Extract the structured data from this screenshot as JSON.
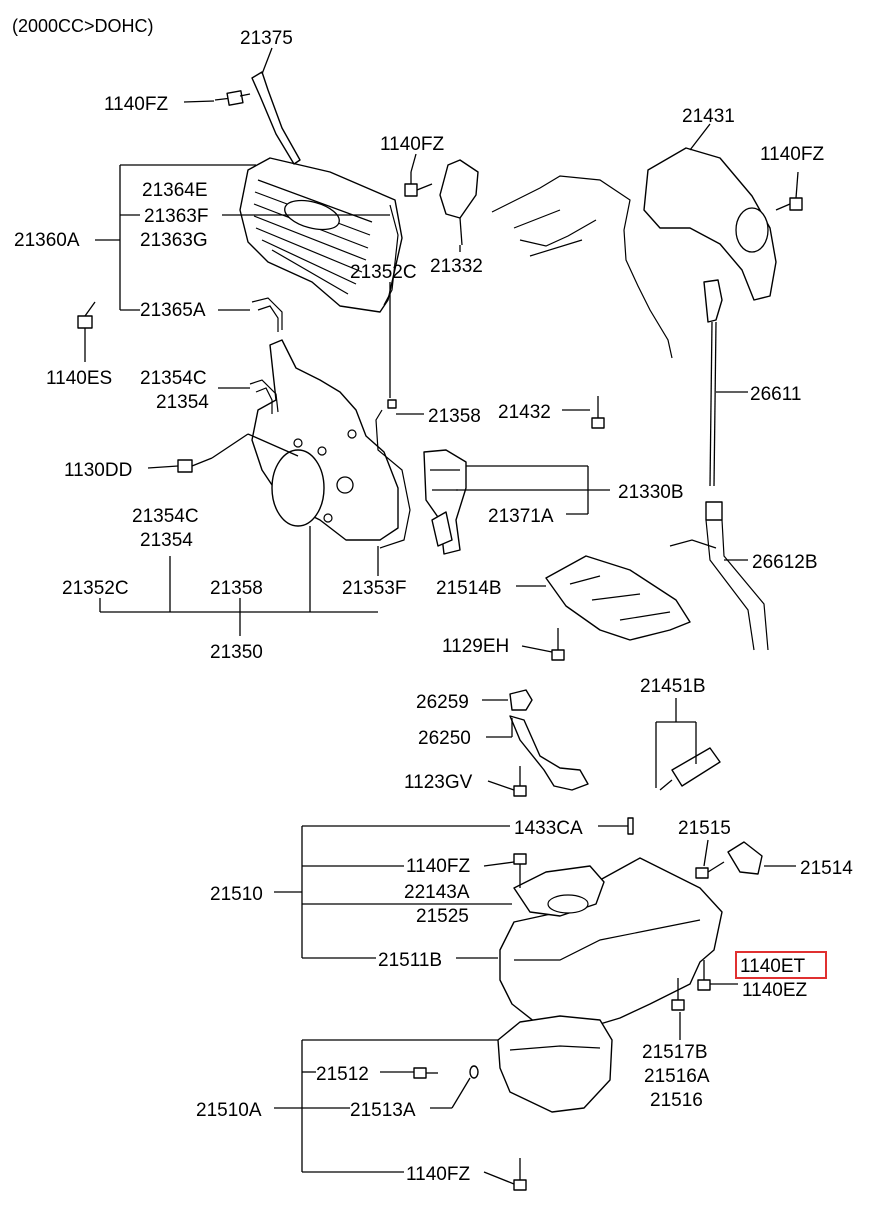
{
  "header": "(2000CC>DOHC)",
  "highlight_color": "#e03030",
  "labels": {
    "l21375": "21375",
    "l1140fz_a": "1140FZ",
    "l1140fz_b": "1140FZ",
    "l21431": "21431",
    "l1140fz_c": "1140FZ",
    "l21364e": "21364E",
    "l21363f": "21363F",
    "l21363g": "21363G",
    "l21360a": "21360A",
    "l21332": "21332",
    "l21365a": "21365A",
    "l1140es": "1140ES",
    "l21354c_a": "21354C",
    "l21354_a": "21354",
    "l21352c_a": "21352C",
    "l21358_a": "21358",
    "l21432": "21432",
    "l26611": "26611",
    "l1130dd": "1130DD",
    "l21330b": "21330B",
    "l21371a": "21371A",
    "l21354c_b": "21354C",
    "l21354_b": "21354",
    "l26612b": "26612B",
    "l21352c_b": "21352C",
    "l21358_b": "21358",
    "l21353f": "21353F",
    "l21514b": "21514B",
    "l21350": "21350",
    "l1129eh": "1129EH",
    "l26259": "26259",
    "l21451b": "21451B",
    "l26250": "26250",
    "l1123gv": "1123GV",
    "l1433ca": "1433CA",
    "l21515": "21515",
    "l1140fz_d": "1140FZ",
    "l21514": "21514",
    "l21510": "21510",
    "l22143a": "22143A",
    "l21525": "21525",
    "l21511b": "21511B",
    "l1140et": "1140ET",
    "l1140ez": "1140EZ",
    "l21517b": "21517B",
    "l21516a": "21516A",
    "l21516": "21516",
    "l21512": "21512",
    "l21510a": "21510A",
    "l21513a": "21513A",
    "l1140fz_e": "1140FZ"
  }
}
